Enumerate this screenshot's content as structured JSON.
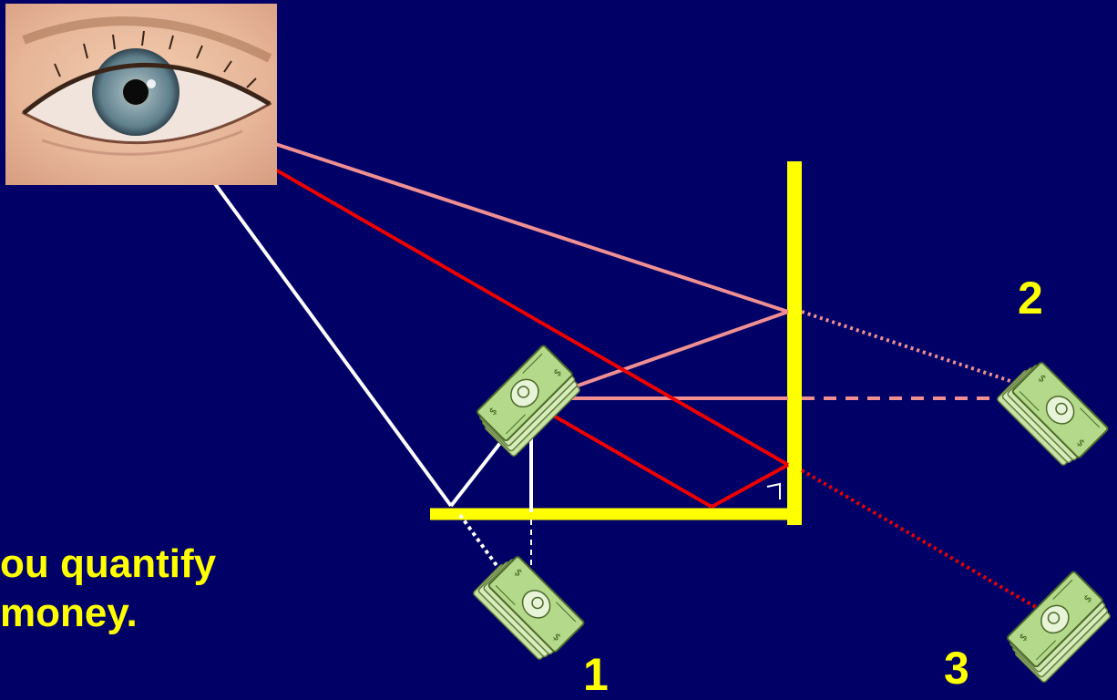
{
  "caption": {
    "line1": "ou quantify",
    "line2": "money."
  },
  "labels": {
    "image_1": "1",
    "image_2": "2",
    "image_3": "3"
  },
  "colors": {
    "background": "#000066",
    "mirror": "#ffff00",
    "ray_white": "#ffffff",
    "ray_pink": "#f08f92",
    "ray_red": "#ee0000",
    "text": "#ffff00"
  },
  "icons": {
    "eye": "eye-photo",
    "money": "money-stack-icon",
    "right_angle": "right-angle-mark"
  }
}
